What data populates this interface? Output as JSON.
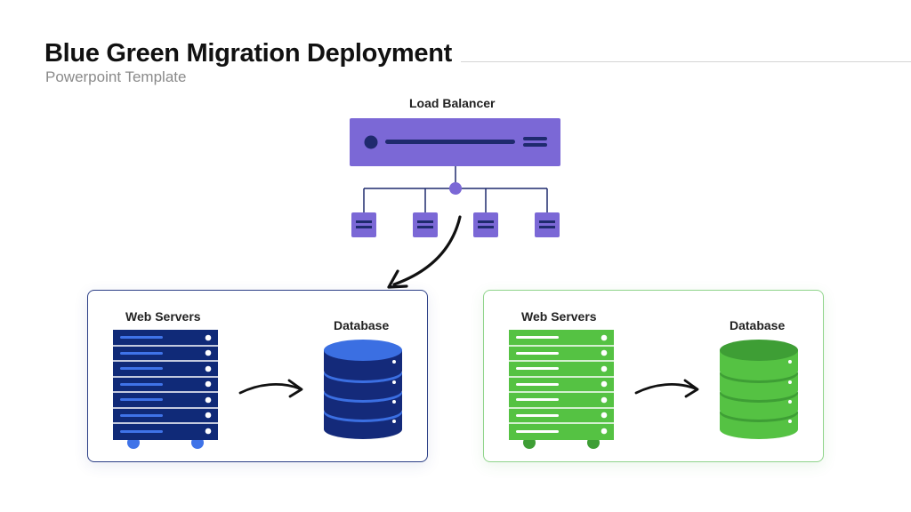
{
  "header": {
    "title": "Blue Green Migration Deployment",
    "subtitle": "Powerpoint Template"
  },
  "load_balancer": {
    "label": "Load Balancer",
    "color": "#7b68d6",
    "dark": "#1f2a6e",
    "child_nodes": 4
  },
  "environments": [
    {
      "id": "blue",
      "servers_label": "Web Servers",
      "database_label": "Database",
      "server_color": "#102a78",
      "server_accent": "#3f73e8",
      "database_color": "#142a7a",
      "database_top": "#3b6fe2",
      "border": "#2c3f86",
      "rack_units": 7
    },
    {
      "id": "green",
      "servers_label": "Web Servers",
      "database_label": "Database",
      "server_color": "#55c243",
      "server_accent": "#ffffff",
      "database_color": "#55c243",
      "database_top": "#3e9e35",
      "border": "#8fd48a",
      "rack_units": 7
    }
  ]
}
